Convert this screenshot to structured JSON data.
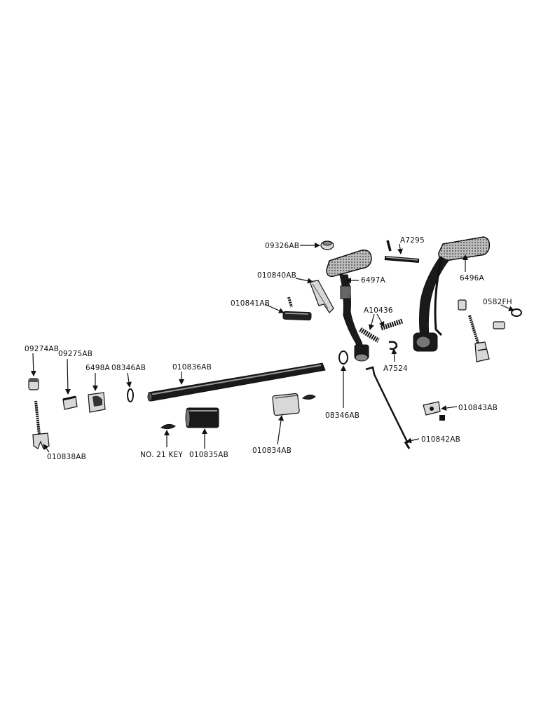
{
  "labels": {
    "p09326AB": "09326AB",
    "pA7295": "A7295",
    "p010840AB": "010840AB",
    "p6497A": "6497A",
    "p6496A": "6496A",
    "p010841AB": "010841AB",
    "pA10436": "A10436",
    "p0582FH": "0582FH",
    "p09274AB": "09274AB",
    "p09275AB": "09275AB",
    "p6498A": "6498A",
    "p08346AB_left": "08346AB",
    "p010836AB": "010836AB",
    "pA7524": "A7524",
    "p08346AB_right": "08346AB",
    "p010843AB": "010843AB",
    "p010842AB": "010842AB",
    "p010838AB": "010838AB",
    "pNo21Key": "NO. 21 KEY",
    "p010835AB": "010835AB",
    "p010834AB": "010834AB"
  }
}
